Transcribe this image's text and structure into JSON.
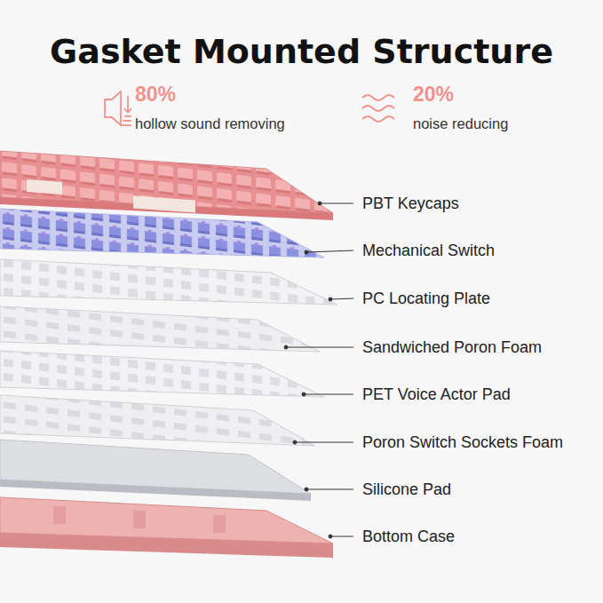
{
  "diagram": {
    "title": "Gasket Mounted Structure",
    "labels": [
      "80%",
      "hollow sound removing",
      "20%",
      "noise reducing",
      "PBT Keycaps",
      "Mechanical Switch",
      "PC Locating Plate",
      "Sandwiched Poron Foam",
      "PET Voice Actor Pad",
      "Poron Switch Sockets Foam",
      "Silicone Pad",
      "Bottom Case"
    ]
  }
}
